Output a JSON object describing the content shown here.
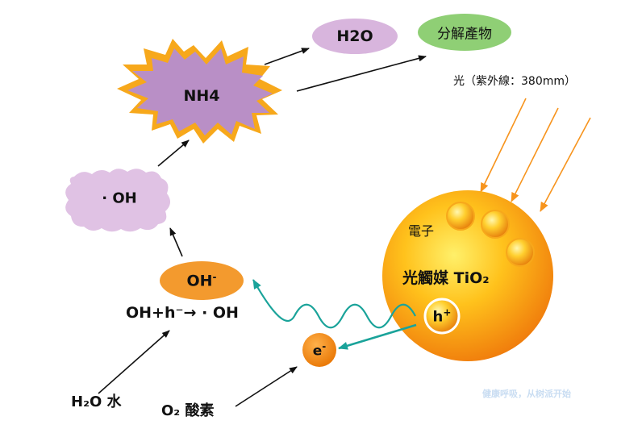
{
  "nodes": {
    "nh4": "NH4",
    "h2o_product": "H2O",
    "decomposition_product": "分解產物",
    "hydroxyl_radical": "· OH",
    "hydroxide_ion": "OH",
    "hydroxide_sup": "-",
    "reaction": "OH+h⁻→ · OH",
    "water": "H₂O 水",
    "oxygen": "O₂ 酸素",
    "light": "光（紫外線：380mm）",
    "electron_label": "電子",
    "catalyst": "光觸媒 TiO₂",
    "hole": "h",
    "hole_sup": "+",
    "electron": "e",
    "electron_sup": "-"
  },
  "watermark": "健康呼吸，从树派开始",
  "colors": {
    "nh4_fill": "#b98fc6",
    "nh4_burst": "#f7a81b",
    "h2o_fill": "#d8b5dd",
    "product_fill": "#8fcf75",
    "oh_radical_fill": "#e0c2e4",
    "hydroxide_fill": "#f39a2e",
    "electron_fill": "#f08a12",
    "sphere_core": "#ffe34a",
    "sphere_edge": "#f08a12",
    "light_rays": "#f7941d",
    "wave": "#1aa39a",
    "arrow": "#111111",
    "watermark": "#c9ddf2"
  }
}
